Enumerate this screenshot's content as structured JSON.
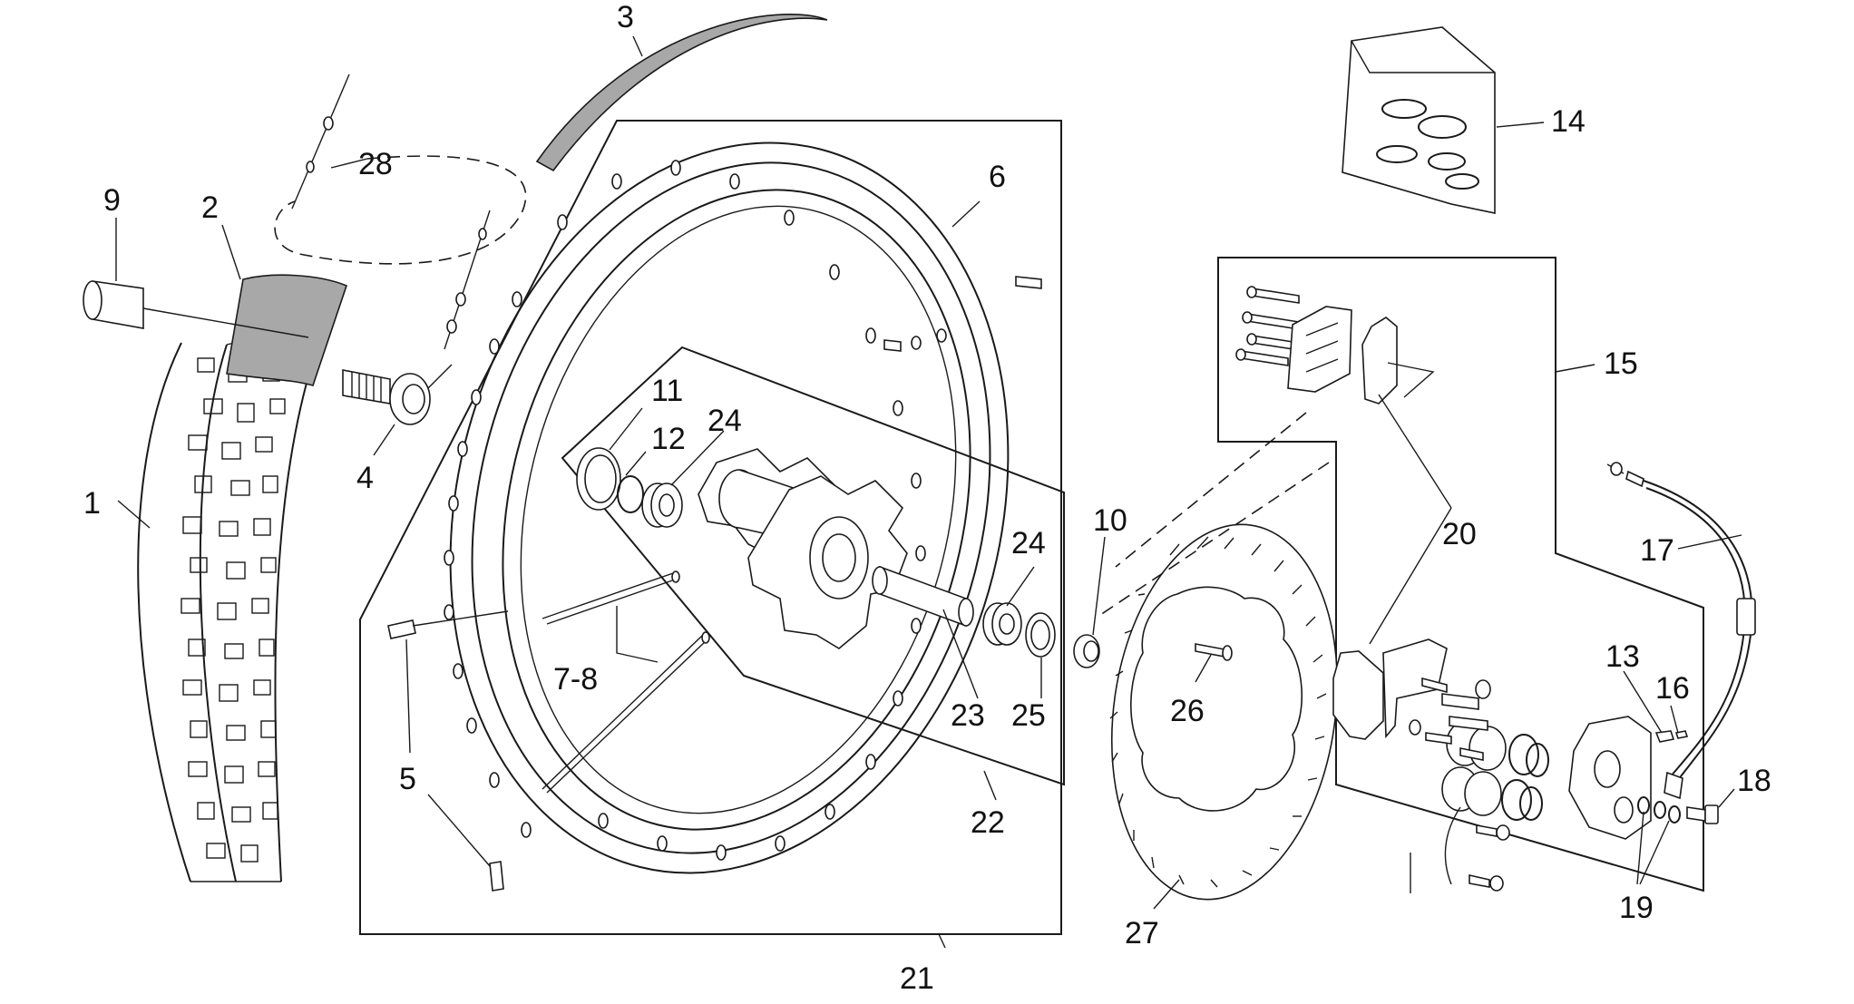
{
  "labels": [
    {
      "id": "1",
      "text": "1"
    },
    {
      "id": "2",
      "text": "2"
    },
    {
      "id": "3",
      "text": "3"
    },
    {
      "id": "4",
      "text": "4"
    },
    {
      "id": "5",
      "text": "5"
    },
    {
      "id": "6",
      "text": "6"
    },
    {
      "id": "7-8",
      "text": "7-8"
    },
    {
      "id": "9",
      "text": "9"
    },
    {
      "id": "10",
      "text": "10"
    },
    {
      "id": "11",
      "text": "11"
    },
    {
      "id": "12",
      "text": "12"
    },
    {
      "id": "13",
      "text": "13"
    },
    {
      "id": "14",
      "text": "14"
    },
    {
      "id": "15",
      "text": "15"
    },
    {
      "id": "16",
      "text": "16"
    },
    {
      "id": "17",
      "text": "17"
    },
    {
      "id": "18",
      "text": "18"
    },
    {
      "id": "19",
      "text": "19"
    },
    {
      "id": "20",
      "text": "20"
    },
    {
      "id": "21",
      "text": "21"
    },
    {
      "id": "22",
      "text": "22"
    },
    {
      "id": "23",
      "text": "23"
    },
    {
      "id": "24a",
      "text": "24"
    },
    {
      "id": "24b",
      "text": "24"
    },
    {
      "id": "25",
      "text": "25"
    },
    {
      "id": "26",
      "text": "26"
    },
    {
      "id": "27",
      "text": "27"
    },
    {
      "id": "28",
      "text": "28"
    }
  ],
  "colors": {
    "line": "#1a1a1a",
    "rim_tape": "#a8a8a8",
    "inner_tube": "#a8a8a8",
    "background": "#ffffff"
  }
}
